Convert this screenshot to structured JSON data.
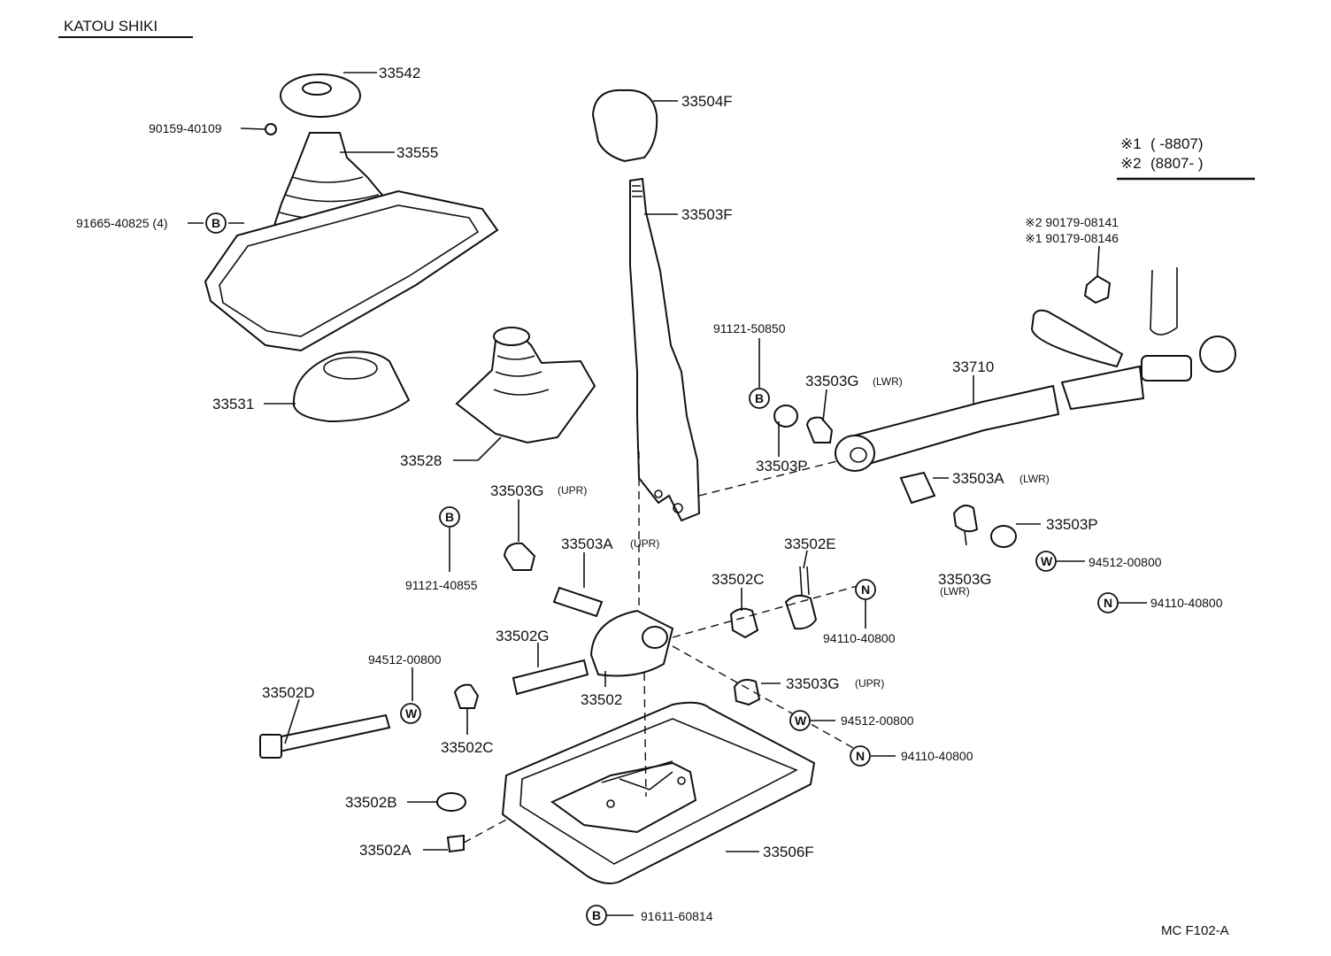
{
  "header": {
    "title": "KATOU SHIKI"
  },
  "footer": {
    "code": "MC  F102-A"
  },
  "legend": {
    "line1_mark": "※1",
    "line1_range": "(      -8807)",
    "line2_mark": "※2",
    "line2_range": "(8807-      )"
  },
  "callouts": {
    "B": "B",
    "W": "W",
    "N": "N"
  },
  "parts": {
    "p33542": "33542",
    "p90159_40109": "90159-40109",
    "p33555": "33555",
    "p91665_40825": "91665-40825 (4)",
    "p33531": "33531",
    "p33528": "33528",
    "p33504F": "33504F",
    "p33503F": "33503F",
    "p91121_50850": "91121-50850",
    "p33503G_lwr_a": "33503G",
    "p33503P_a": "33503P",
    "p33710": "33710",
    "p90179_08141": "※2 90179-08141",
    "p90179_08146": "※1 90179-08146",
    "p33503G_upr_a": "33503G",
    "p91121_40855": "91121-40855",
    "p33503A_upr": "33503A",
    "p33503A_lwr": "33503A",
    "p33502E": "33502E",
    "p33502C_a": "33502C",
    "p94110_40800_a": "94110-40800",
    "p33503P_b": "33503P",
    "p33503G_lwr_b": "33503G",
    "p94512_00800_a": "94512-00800",
    "p94110_40800_b": "94110-40800",
    "p33502G": "33502G",
    "p94512_00800_b": "94512-00800",
    "p33502D": "33502D",
    "p33502": "33502",
    "p33503G_upr_b": "33503G",
    "p94512_00800_c": "94512-00800",
    "p94110_40800_c": "94110-40800",
    "p33502C_b": "33502C",
    "p33502B": "33502B",
    "p33502A": "33502A",
    "p33506F": "33506F",
    "p91611_60814": "91611-60814"
  },
  "qualifiers": {
    "lwr": "(LWR)",
    "upr": "(UPR)"
  }
}
